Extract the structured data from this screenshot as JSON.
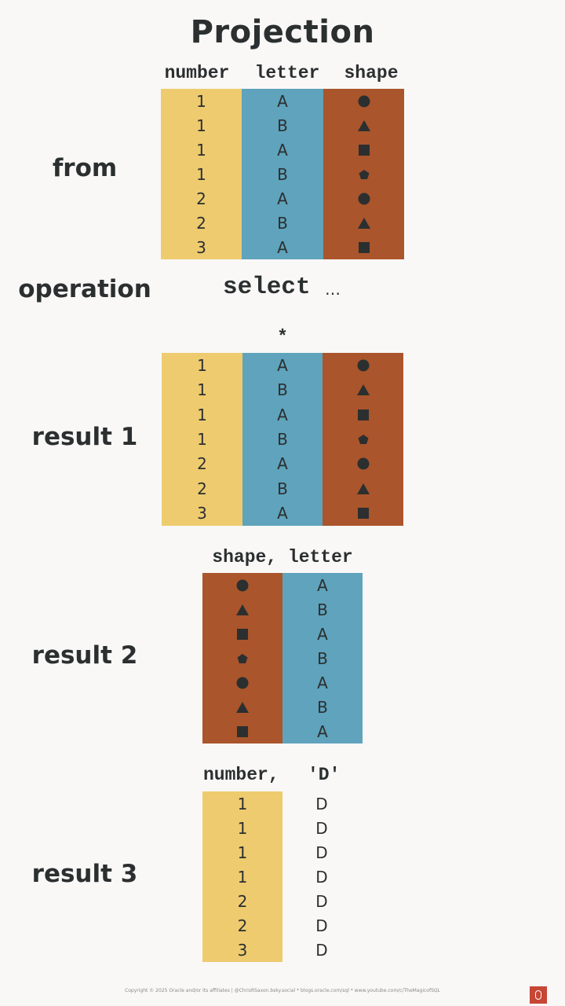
{
  "title": "Projection",
  "sections": {
    "from": "from",
    "operation": "operation",
    "result1": "result 1",
    "result2": "result 2",
    "result3": "result 3"
  },
  "source_table": {
    "headers": [
      "number",
      "letter",
      "shape"
    ],
    "rows": [
      {
        "number": "1",
        "letter": "A",
        "shape": "circle"
      },
      {
        "number": "1",
        "letter": "B",
        "shape": "triangle"
      },
      {
        "number": "1",
        "letter": "A",
        "shape": "square"
      },
      {
        "number": "1",
        "letter": "B",
        "shape": "pentagon"
      },
      {
        "number": "2",
        "letter": "A",
        "shape": "circle"
      },
      {
        "number": "2",
        "letter": "B",
        "shape": "triangle"
      },
      {
        "number": "3",
        "letter": "A",
        "shape": "square"
      }
    ]
  },
  "operation": {
    "keyword": "select",
    "ellipsis": "…"
  },
  "result1": {
    "projection": "*"
  },
  "result2": {
    "projection": "shape, letter"
  },
  "result3": {
    "projection_number": "number,",
    "projection_literal": "'D'",
    "literal_value": "D"
  },
  "colors": {
    "number": "#eecb6f",
    "letter": "#5fa3bc",
    "shape": "#aa552b",
    "background": "#f9f8f7",
    "text": "#2b2f30",
    "logo": "#c74634"
  },
  "footer": "Copyright © 2025 Oracle and/or its affiliates  |  @ChrisRSaxon.bsky.social  * blogs.oracle.com/sql  * www.youtube.com/c/TheMagicofSQL",
  "logo_icon": "oracle-logo-icon"
}
